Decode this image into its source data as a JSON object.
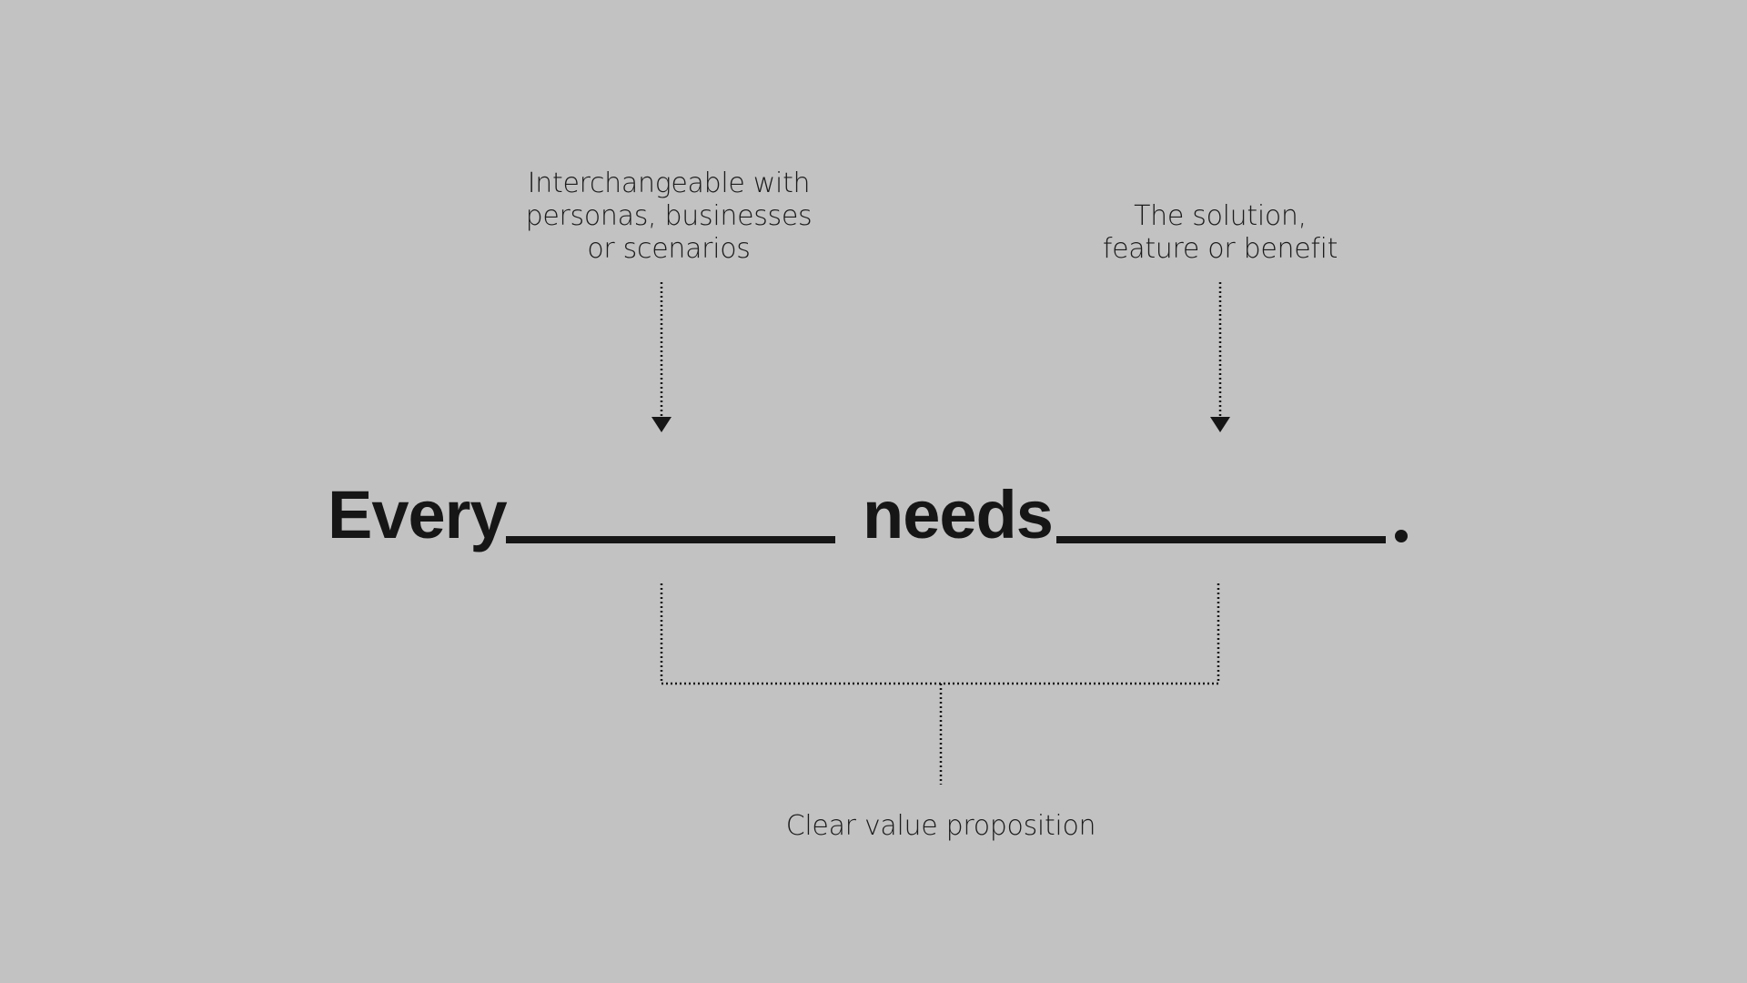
{
  "sentence": {
    "word_every": "Every",
    "word_needs": "needs"
  },
  "annotations": {
    "left_lines": [
      "Interchangeable with",
      "personas, businesses",
      "or scenarios"
    ],
    "right_lines": [
      "The solution,",
      "feature or benefit"
    ],
    "bottom": "Clear value proposition"
  },
  "colors": {
    "background": "#c2c2c2",
    "ink": "#161616"
  }
}
